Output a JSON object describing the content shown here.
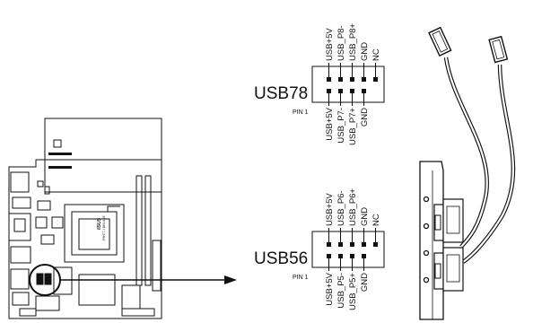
{
  "usb78": {
    "title": "USB78",
    "pin1": "PIN 1",
    "top_labels": [
      "USB+5V",
      "USB_P8-",
      "USB_P8+",
      "GND",
      "NC"
    ],
    "bottom_labels": [
      "USB+5V",
      "USB_P7-",
      "USB_P7+",
      "GND"
    ]
  },
  "usb56": {
    "title": "USB56",
    "pin1": "PIN 1",
    "top_labels": [
      "USB+5V",
      "USB_P6-",
      "USB_P6+",
      "GND",
      "NC"
    ],
    "bottom_labels": [
      "USB+5V",
      "USB_P5-",
      "USB_P5+",
      "GND"
    ]
  },
  "board": {
    "brand": "/ISUS",
    "model": "P8H77-I DELUXE"
  }
}
